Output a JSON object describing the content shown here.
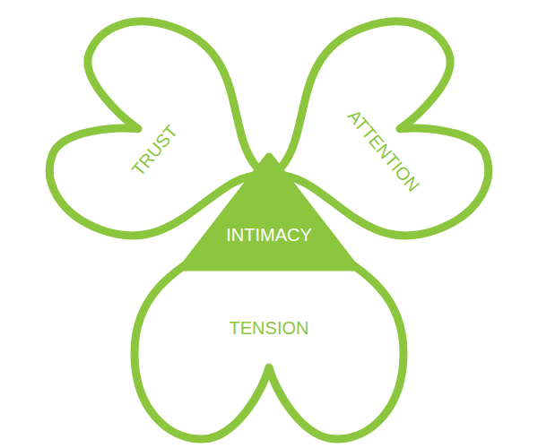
{
  "diagram": {
    "nodes": [
      {
        "text": [
          "TRUST"
        ]
      },
      {
        "text": [
          "ATTENTION"
        ]
      },
      {
        "text": [
          "INTIMACY"
        ]
      },
      {
        "text": [
          "TENSION"
        ]
      }
    ]
  }
}
